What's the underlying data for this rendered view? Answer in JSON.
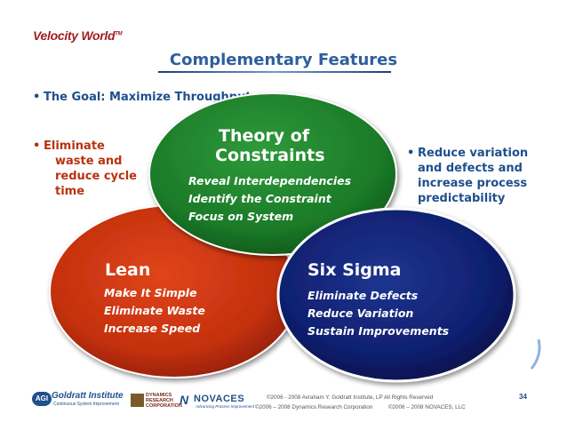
{
  "brand": {
    "name": "Velocity World",
    "tm": "TM"
  },
  "title": "Complementary Features",
  "bullets": {
    "goal": "The Goal: Maximize Throughput",
    "lean_side": [
      "Eliminate",
      "waste and",
      "reduce cycle",
      "time"
    ],
    "sigma_side": [
      "Reduce variation",
      "and defects and",
      "increase process",
      "predictability"
    ]
  },
  "circles": {
    "toc": {
      "title_1": "Theory of",
      "title_2": "Constraints",
      "items": [
        "Reveal Interdependencies",
        "Identify the Constraint",
        "Focus on System"
      ],
      "color": "#1c7a2a"
    },
    "lean": {
      "title": "Lean",
      "items": [
        "Make It Simple",
        "Eliminate Waste",
        "Increase Speed"
      ],
      "color": "#c0300f"
    },
    "sixsigma": {
      "title": "Six Sigma",
      "items": [
        "Eliminate Defects",
        "Reduce Variation",
        "Sustain Improvements"
      ],
      "color": "#0f1f6e"
    }
  },
  "footer": {
    "agi_mark": "AGI",
    "agi_name": "Goldratt Institute",
    "agi_tag": "Continuous System Improvement",
    "drc_text": "DYNAMICS RESEARCH CORPORATION",
    "novaces_name": "NOVACES",
    "novaces_tag": "Advancing Process Improvement",
    "copyright_1": "©2006 - 2008 Avraham Y. Goldratt Institute, LP All Rights Reserved",
    "copyright_2": "©2006 – 2008 Dynamics Research Corporation          ©2006 – 2008 NOVACES, LLC",
    "page": "34"
  }
}
